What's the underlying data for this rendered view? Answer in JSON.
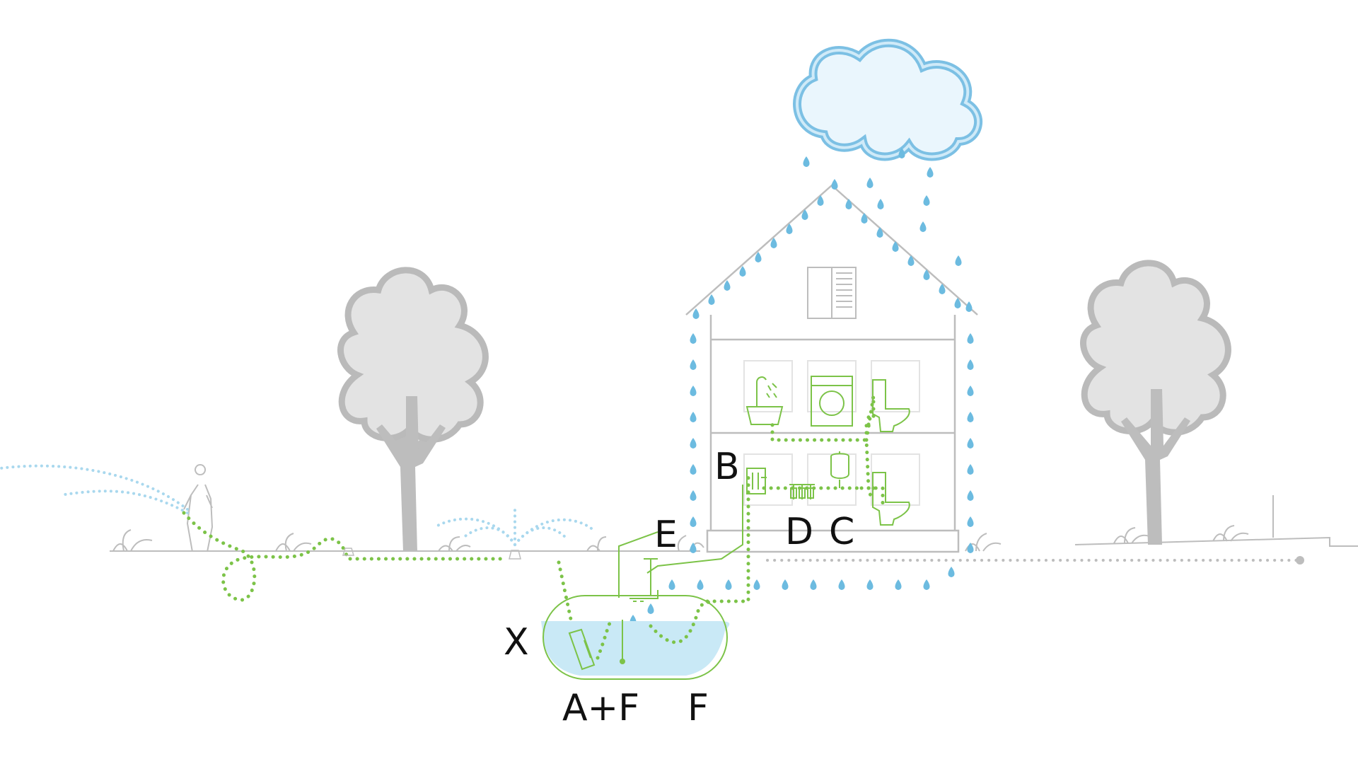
{
  "labels": {
    "a_f": "A+F",
    "f": "F",
    "x": "X",
    "b": "B",
    "c": "C",
    "d": "D",
    "e": "E"
  },
  "colors": {
    "rain": "#6cbbe0",
    "cloud_outline": "#7cc0e4",
    "pipe_green": "#7cc348",
    "tank_water": "#c9e9f6",
    "building_grey": "#bdbdbd",
    "tree_fill": "#e3e3e3"
  },
  "icons": [
    "cloud-icon",
    "raindrop-icon",
    "house-icon",
    "tree-icon",
    "person-with-hose-icon",
    "sprinkler-icon",
    "bathtub-shower-icon",
    "washing-machine-icon",
    "toilet-icon",
    "pump-unit-icon",
    "filter-icon",
    "expansion-vessel-icon",
    "rainwater-tank-icon",
    "submersible-pump-icon"
  ]
}
